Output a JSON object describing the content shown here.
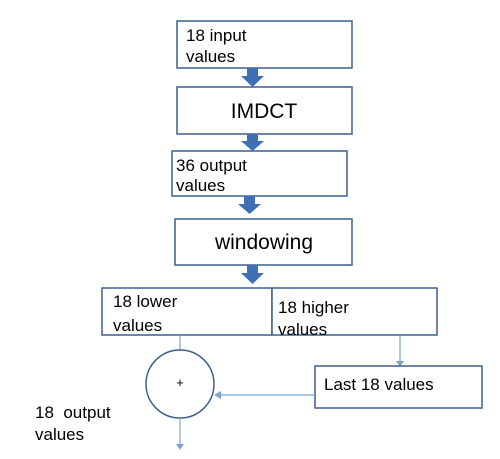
{
  "diagram": {
    "nodes": {
      "input_values": "18 input values",
      "imdct": "IMDCT",
      "output_values_36": "36 output values",
      "windowing": "windowing",
      "lower_values": "18 lower values",
      "higher_values": "18 higher values",
      "adder_symbol": "+",
      "last_values": "Last 18 values",
      "final_output": "18  output values"
    },
    "colors": {
      "box_border": "#3d5f8f",
      "arrow_fill": "#3f6fb5",
      "thin_line": "#7fa3cf",
      "text": "#000000"
    }
  }
}
